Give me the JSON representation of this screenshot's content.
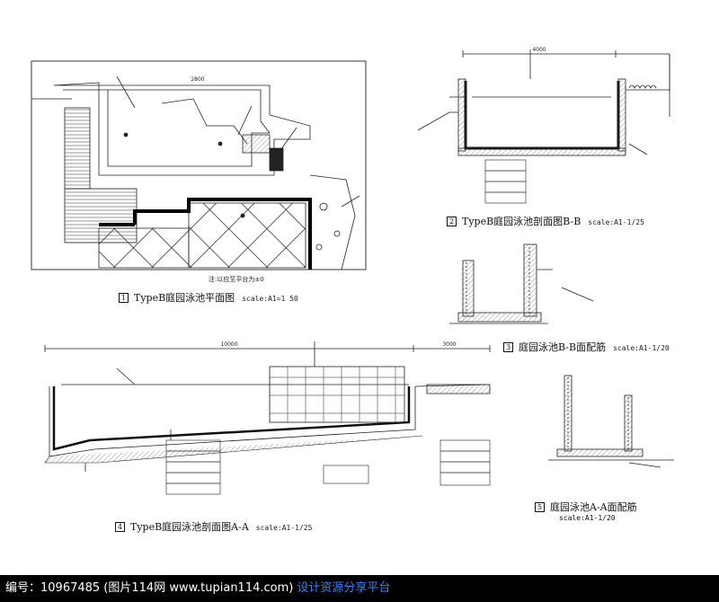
{
  "captions": {
    "plan": {
      "num": "1",
      "title": "TypeB庭园泳池平面图",
      "scale": "scale:A1=1 50"
    },
    "section_bb": {
      "num": "2",
      "title": "TypeB庭园泳池剖面图B-B",
      "scale": "scale:A1-1/25"
    },
    "rebar_bb": {
      "num": "3",
      "title": "庭园泳池B-B面配筋",
      "scale": "scale:A1-1/20"
    },
    "section_aa": {
      "num": "4",
      "title": "TypeB庭园泳池剖面图A-A",
      "scale": "scale:A1-1/25"
    },
    "rebar_aa": {
      "num": "5",
      "title": "庭园泳池A-A面配筋",
      "scale": "scale:A1-1/20"
    }
  },
  "plan_note": "注:以应至平台为±0",
  "dims": {
    "plan_span": "2800",
    "aa_total": "10000",
    "aa_right": "3000",
    "bb_total": "4000"
  },
  "footer": {
    "text": "编号：10967485 (图片114网 www.tupian114.com)",
    "link": "设计资源分享平台"
  }
}
